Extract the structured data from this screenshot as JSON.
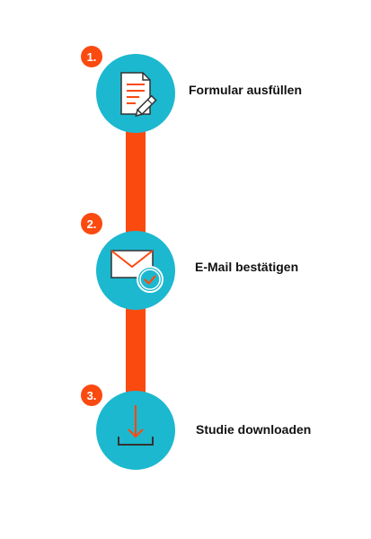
{
  "colors": {
    "accent": "#fb4a10",
    "circle": "#1cb8cf",
    "text": "#111111"
  },
  "steps": [
    {
      "number": "1.",
      "label": "Formular ausfüllen",
      "icon": "document-pencil-icon"
    },
    {
      "number": "2.",
      "label": "E-Mail bestätigen",
      "icon": "envelope-check-icon"
    },
    {
      "number": "3.",
      "label": "Studie downloaden",
      "icon": "download-tray-icon"
    }
  ]
}
